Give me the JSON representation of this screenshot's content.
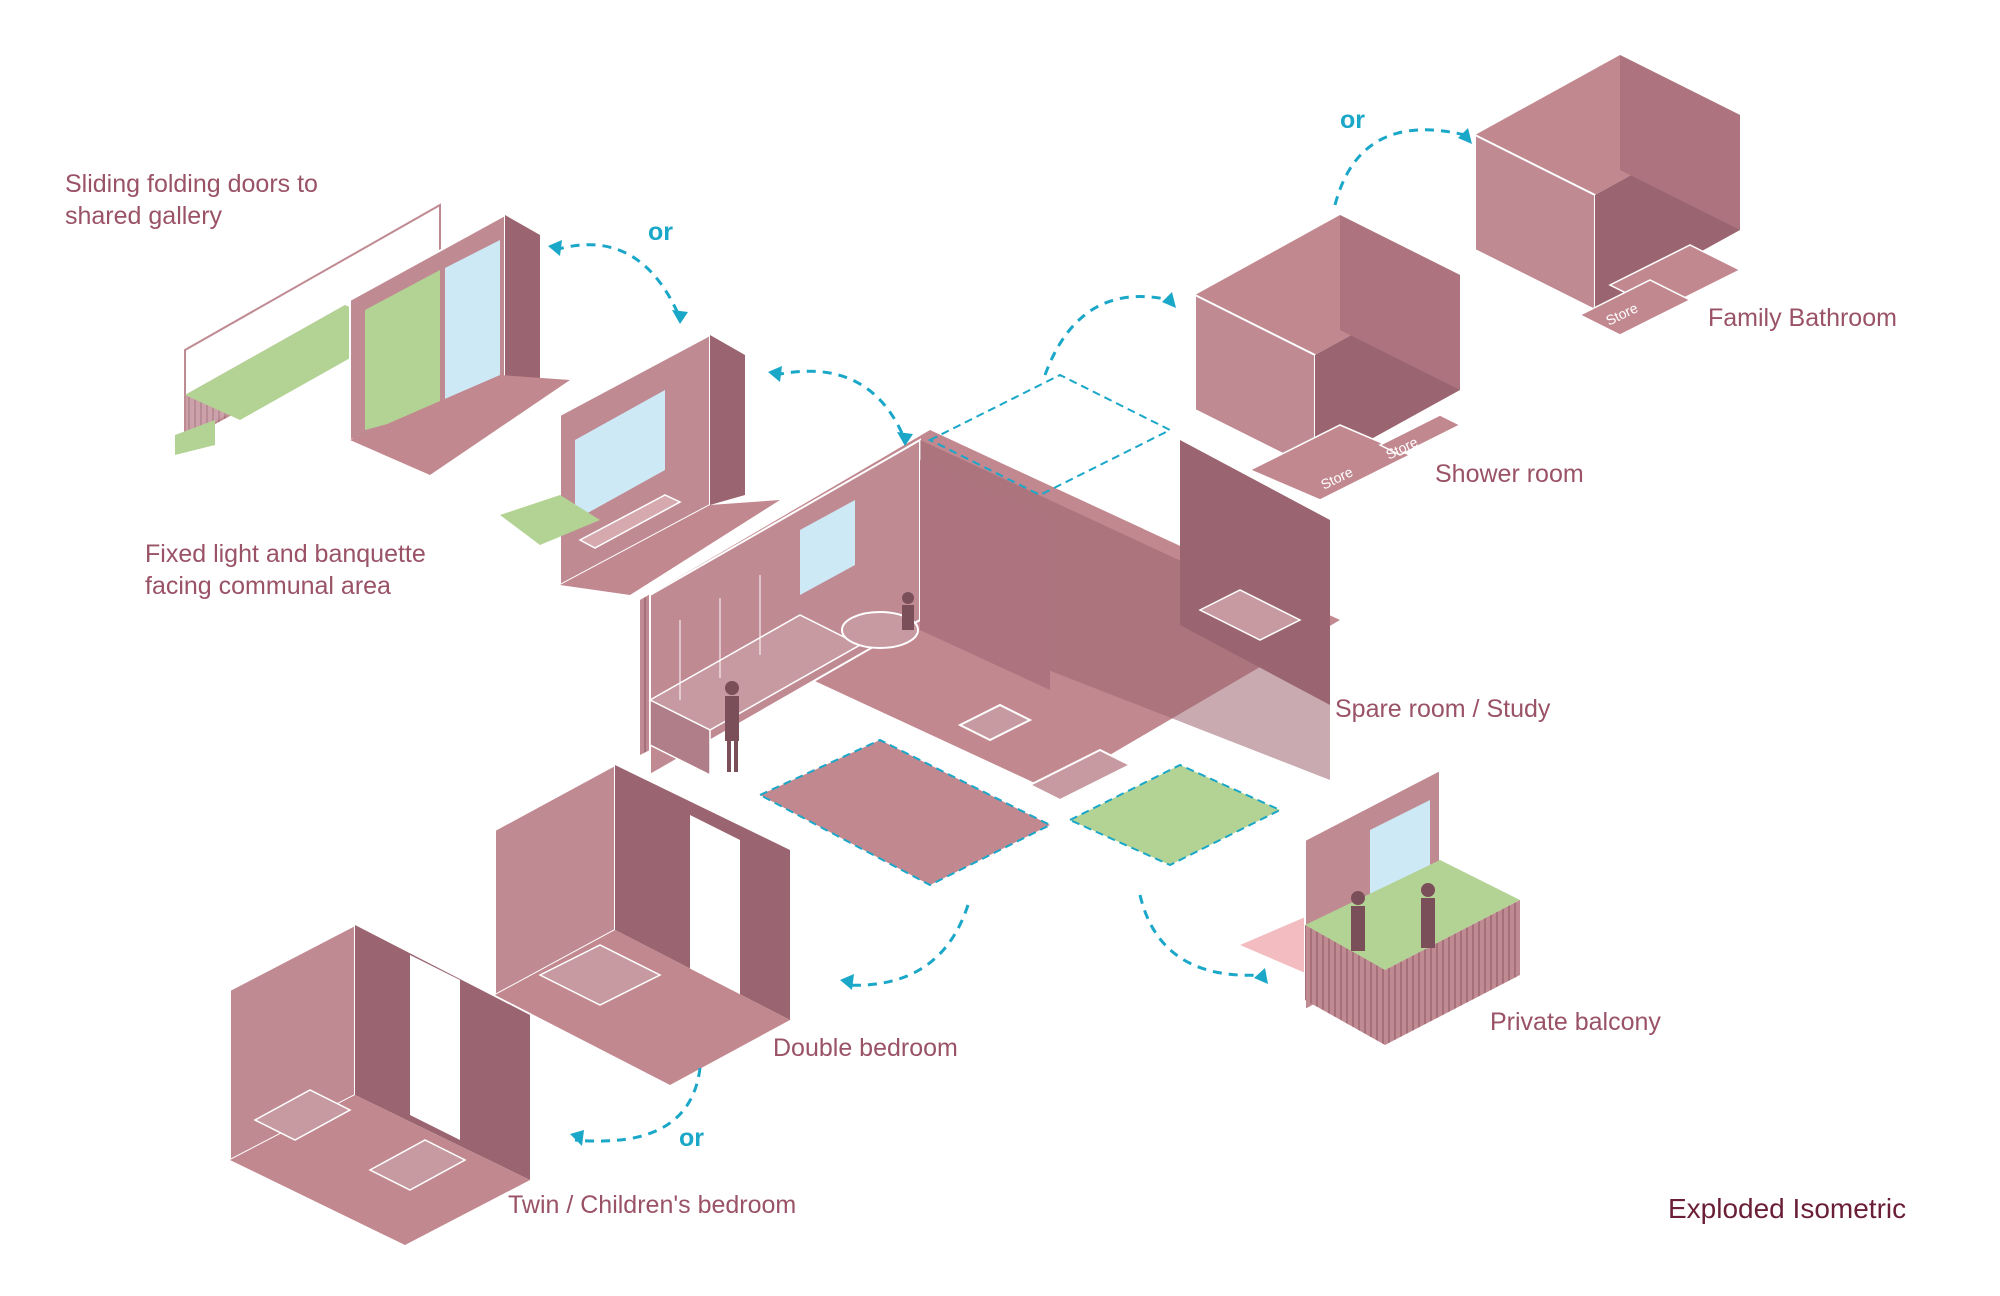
{
  "diagram_title": "Exploded Isometric",
  "colors": {
    "wall": "#c08a93",
    "wall_dark": "#9a6570",
    "floor": "#c2888f",
    "glass": "#cde9f5",
    "green": "#b3d395",
    "pink_ground": "#f2bcc0",
    "connector": "#1aa7c8",
    "label": "#9a5266",
    "title": "#6a1f36"
  },
  "labels": {
    "sliding_doors": [
      "Sliding folding doors to",
      "shared gallery"
    ],
    "fixed_light": [
      "Fixed light and banquette",
      "facing communal area"
    ],
    "family_bathroom": "Family Bathroom",
    "shower_room": "Shower room",
    "spare_room": "Spare room / Study",
    "private_balcony": "Private balcony",
    "double_bedroom": "Double bedroom",
    "twin_bedroom": "Twin / Children's bedroom"
  },
  "or_markers": [
    "or",
    "or",
    "or"
  ],
  "store_tags": [
    "Store",
    "Store",
    "Store"
  ]
}
